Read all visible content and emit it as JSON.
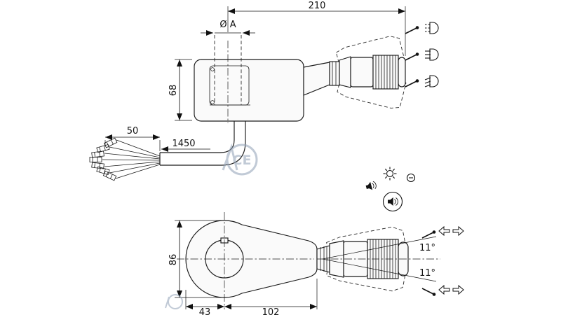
{
  "drawing": {
    "watermark": "CE",
    "top_view": {
      "dim_overall_length": "210",
      "dim_clamp_diameter": "Ø A",
      "dim_body_height": "68",
      "dim_wire_fan": "50",
      "dim_cable_length": "1450"
    },
    "bottom_view": {
      "dim_body_width": "86",
      "dim_center_offset": "43",
      "dim_body_length": "102",
      "angle_upper": "11°",
      "angle_lower": "11°"
    },
    "icons": {
      "top_row_1": "lever-flash-to-pass",
      "top_row_2": "lever-high-beam",
      "top_row_3": "lever-low-beam",
      "middle": "horn-and-light-switch",
      "bottom_row_1": "turn-signal-upper",
      "bottom_row_2": "turn-signal-lower"
    }
  }
}
